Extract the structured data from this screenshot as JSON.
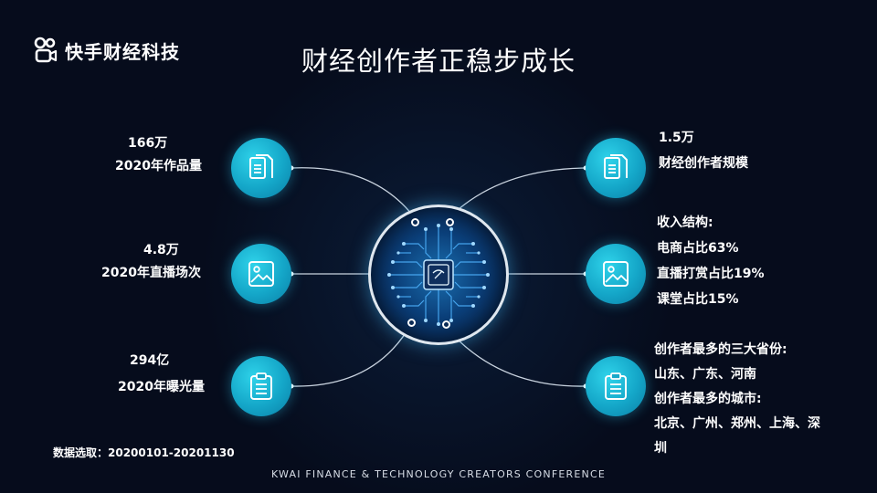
{
  "brand": {
    "name": "快手财经科技",
    "icon": "kuaishou-logo-icon"
  },
  "title": "财经创作者正稳步成长",
  "left_items": [
    {
      "value": "166万",
      "caption": "2020年作品量",
      "icon": "document-icon"
    },
    {
      "value": "4.8万",
      "caption": "2020年直播场次",
      "icon": "image-icon"
    },
    {
      "value": "294亿",
      "caption": "2020年曝光量",
      "icon": "clipboard-icon"
    }
  ],
  "right_items": [
    {
      "lines": [
        "1.5万",
        "财经创作者规模"
      ],
      "icon": "document-icon"
    },
    {
      "lines": [
        "收入结构:",
        "电商占比63%",
        "直播打赏占比19%",
        "课堂占比15%"
      ],
      "icon": "image-icon"
    },
    {
      "lines": [
        "创作者最多的三大省份:",
        "山东、广东、河南",
        "创作者最多的城市:",
        "北京、广州、郑州、上海、深",
        "圳"
      ],
      "icon": "clipboard-icon"
    }
  ],
  "center": {
    "icon": "ai-chip-brain-icon"
  },
  "source_note": "数据选取：20200101-20201130",
  "footer": "KWAI FINANCE & TECHNOLOGY CREATORS CONFERENCE",
  "colors": {
    "background": "#060c1c",
    "node": "#1bb3d3",
    "text": "#ffffff",
    "chip": "#2a8fd8"
  }
}
